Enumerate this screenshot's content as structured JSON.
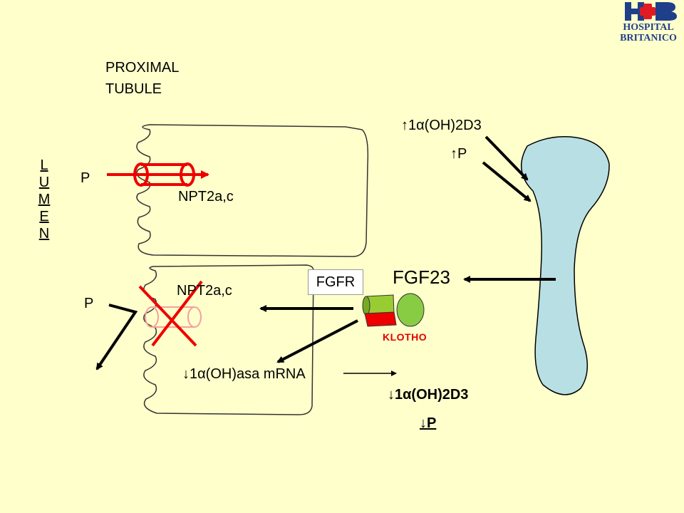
{
  "title": [
    "PROXIMAL",
    "TUBULE"
  ],
  "lumen_letters": [
    "L",
    "U",
    "M",
    "E",
    "N"
  ],
  "labels": {
    "p_top": "P",
    "npt_top": "NPT2a,c",
    "p_bottom": "P",
    "npt_bottom": "NPT2a,c",
    "up_d3": "↑1α(OH)2D3",
    "up_p": "↑P",
    "fgf23": "FGF23",
    "fgfr": "FGFR",
    "klotho": "KLOTHO",
    "mrna": "↓1α(OH)asa mRNA",
    "down_d3": "↓1α(OH)2D3",
    "down_p": "↓P"
  },
  "logo": {
    "letters": "H+B",
    "line1": "HOSPITAL",
    "line2": "BRITANICO"
  },
  "colors": {
    "background": "#ffffcc",
    "bone": "#b8e0e4",
    "channel_red": "#ee0000",
    "fgfr_green": "#99cc33",
    "klotho_green": "#88cc44",
    "logo_blue": "#1f3f8a",
    "logo_red": "#e21b22"
  }
}
